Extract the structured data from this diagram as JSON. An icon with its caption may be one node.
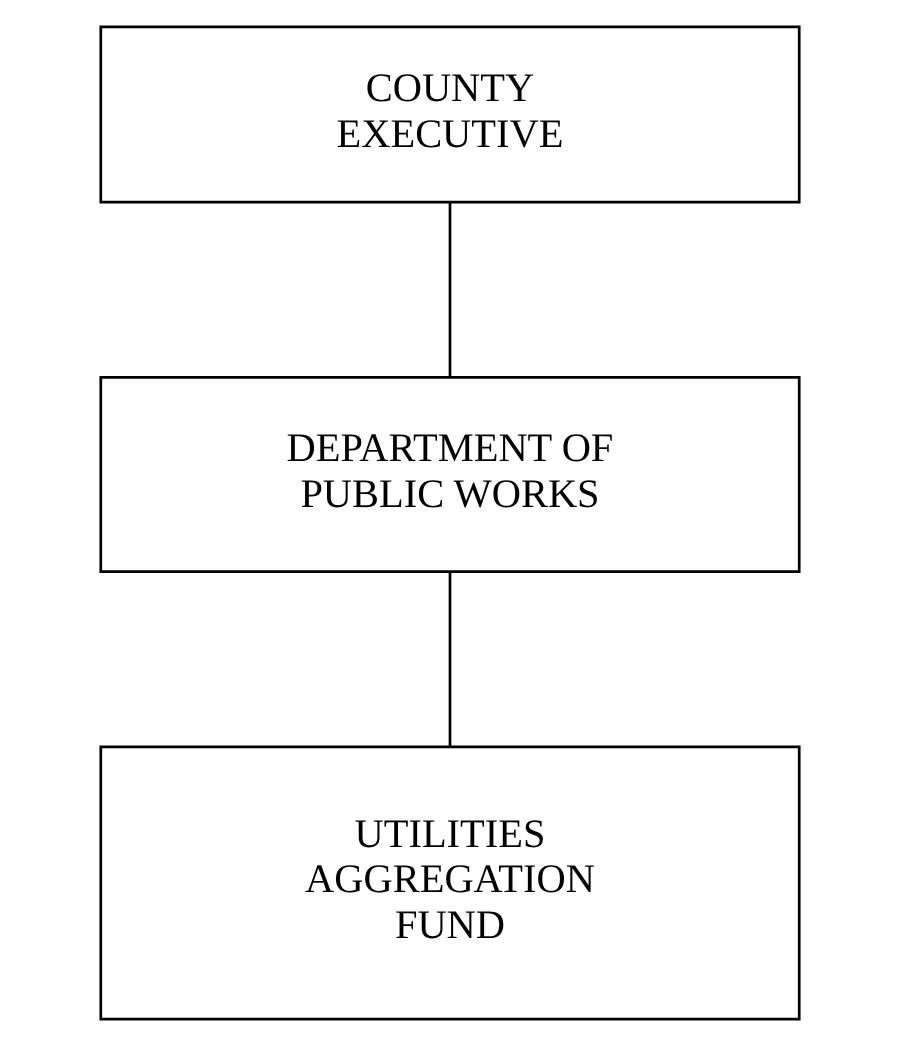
{
  "diagram": {
    "nodes": [
      {
        "text": [
          "COUNTY EXECUTIVE"
        ]
      },
      {
        "text": [
          "DEPARTMENT OF PUBLIC WORKS"
        ]
      },
      {
        "text": [
          "UTILITIES AGGREGATION FUND"
        ]
      }
    ],
    "edges": [
      {
        "from": 0,
        "to": 1,
        "arrow": "none"
      },
      {
        "from": 1,
        "to": 2,
        "arrow": "none"
      }
    ]
  }
}
